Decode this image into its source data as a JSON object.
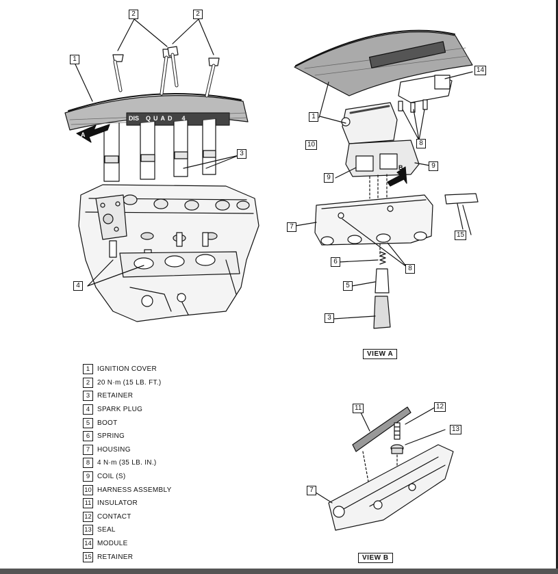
{
  "callouts": {
    "a_1": "1",
    "a_2a": "2",
    "a_2b": "2",
    "a_3": "3",
    "a_4": "4",
    "b_1": "1",
    "b_14": "14",
    "b_10": "10",
    "b_8a": "8",
    "b_9a": "9",
    "b_9b": "9",
    "b_7": "7",
    "b_15": "15",
    "b_6": "6",
    "b_8b": "8",
    "b_5": "5",
    "b_3": "3",
    "c_11": "11",
    "c_12": "12",
    "c_13": "13",
    "c_7": "7"
  },
  "arrows": {
    "a": "A",
    "b": "B"
  },
  "views": {
    "view_a": "VIEW A",
    "view_b": "VIEW B"
  },
  "cover_text": {
    "dis": "DIS",
    "quad": "QUAD",
    "brand": "4"
  },
  "legend": [
    {
      "num": "1",
      "text": "IGNITION COVER"
    },
    {
      "num": "2",
      "text": "20 N·m (15 LB. FT.)"
    },
    {
      "num": "3",
      "text": "RETAINER"
    },
    {
      "num": "4",
      "text": "SPARK PLUG"
    },
    {
      "num": "5",
      "text": "BOOT"
    },
    {
      "num": "6",
      "text": "SPRING"
    },
    {
      "num": "7",
      "text": "HOUSING"
    },
    {
      "num": "8",
      "text": "4 N·m (35 LB. IN.)"
    },
    {
      "num": "9",
      "text": "COIL (S)"
    },
    {
      "num": "10",
      "text": "HARNESS ASSEMBLY"
    },
    {
      "num": "11",
      "text": "INSULATOR"
    },
    {
      "num": "12",
      "text": "CONTACT"
    },
    {
      "num": "13",
      "text": "SEAL"
    },
    {
      "num": "14",
      "text": "MODULE"
    },
    {
      "num": "15",
      "text": "RETAINER"
    }
  ]
}
